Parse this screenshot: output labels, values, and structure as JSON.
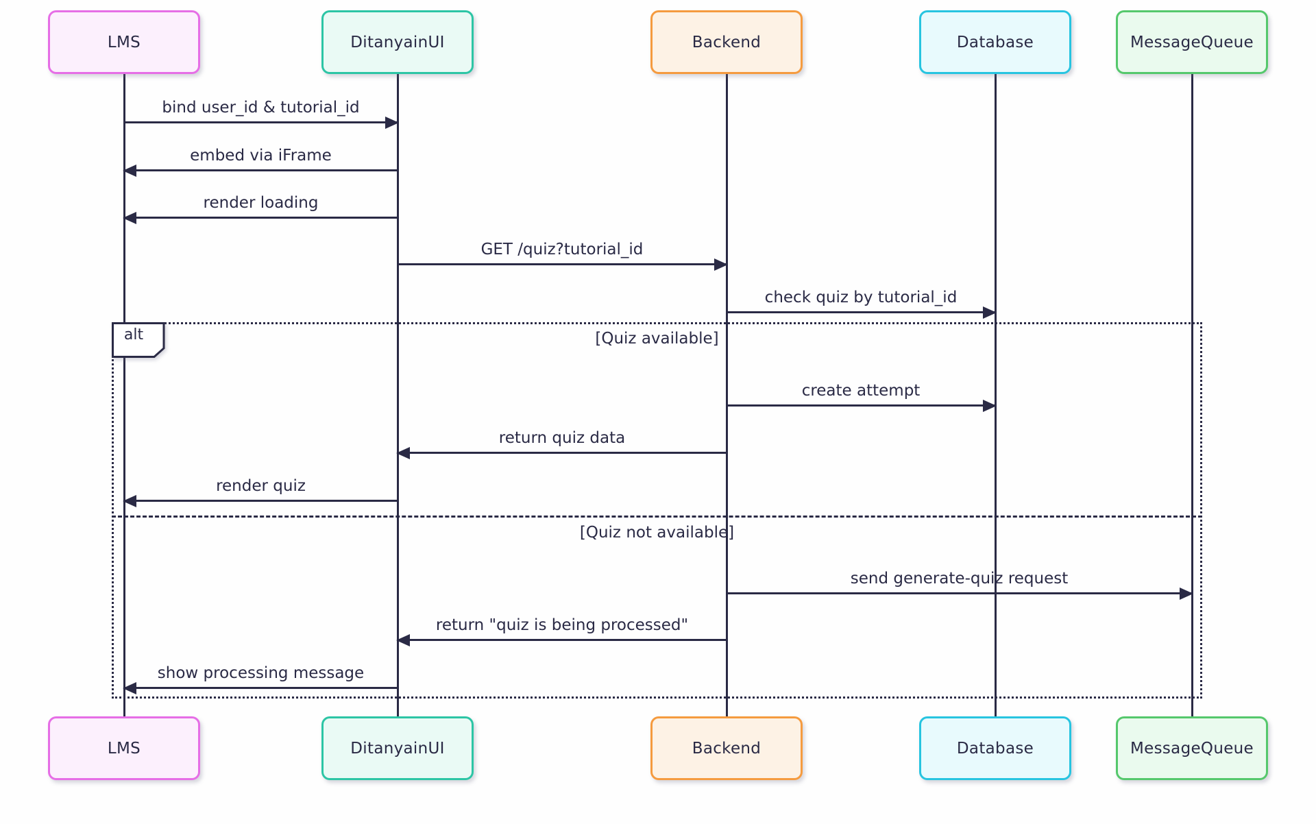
{
  "diagram": {
    "type": "sequence",
    "background": "#fefefe",
    "line_color": "#2a2a45",
    "text_color": "#2a2a45",
    "participants": [
      {
        "id": "lms",
        "label": "LMS",
        "border_color": "#e66ee6",
        "fill_color": "#fcf0fd"
      },
      {
        "id": "ui",
        "label": "DitanyainUI",
        "border_color": "#2dc5a5",
        "fill_color": "#eafaf5"
      },
      {
        "id": "backend",
        "label": "Backend",
        "border_color": "#f59b3f",
        "fill_color": "#fdf2e5"
      },
      {
        "id": "db",
        "label": "Database",
        "border_color": "#27c4e0",
        "fill_color": "#e8fafd"
      },
      {
        "id": "mq",
        "label": "MessageQueue",
        "border_color": "#55c86c",
        "fill_color": "#eafaee"
      }
    ],
    "messages": [
      {
        "from": "lms",
        "to": "ui",
        "label": "bind user_id & tutorial_id"
      },
      {
        "from": "ui",
        "to": "lms",
        "label": "embed via iFrame"
      },
      {
        "from": "ui",
        "to": "lms",
        "label": "render loading"
      },
      {
        "from": "ui",
        "to": "backend",
        "label": "GET /quiz?tutorial_id"
      },
      {
        "from": "backend",
        "to": "db",
        "label": "check quiz by tutorial_id"
      },
      {
        "from": "backend",
        "to": "db",
        "label": "create attempt"
      },
      {
        "from": "backend",
        "to": "ui",
        "label": "return quiz data"
      },
      {
        "from": "ui",
        "to": "lms",
        "label": "render quiz"
      },
      {
        "from": "backend",
        "to": "mq",
        "label": "send generate-quiz request"
      },
      {
        "from": "backend",
        "to": "ui",
        "label": "return \"quiz is being processed\""
      },
      {
        "from": "ui",
        "to": "lms",
        "label": "show processing message"
      }
    ],
    "alt_frame": {
      "operator": "alt",
      "sections": [
        {
          "condition": "[Quiz available]"
        },
        {
          "condition": "[Quiz not available]"
        }
      ]
    }
  }
}
